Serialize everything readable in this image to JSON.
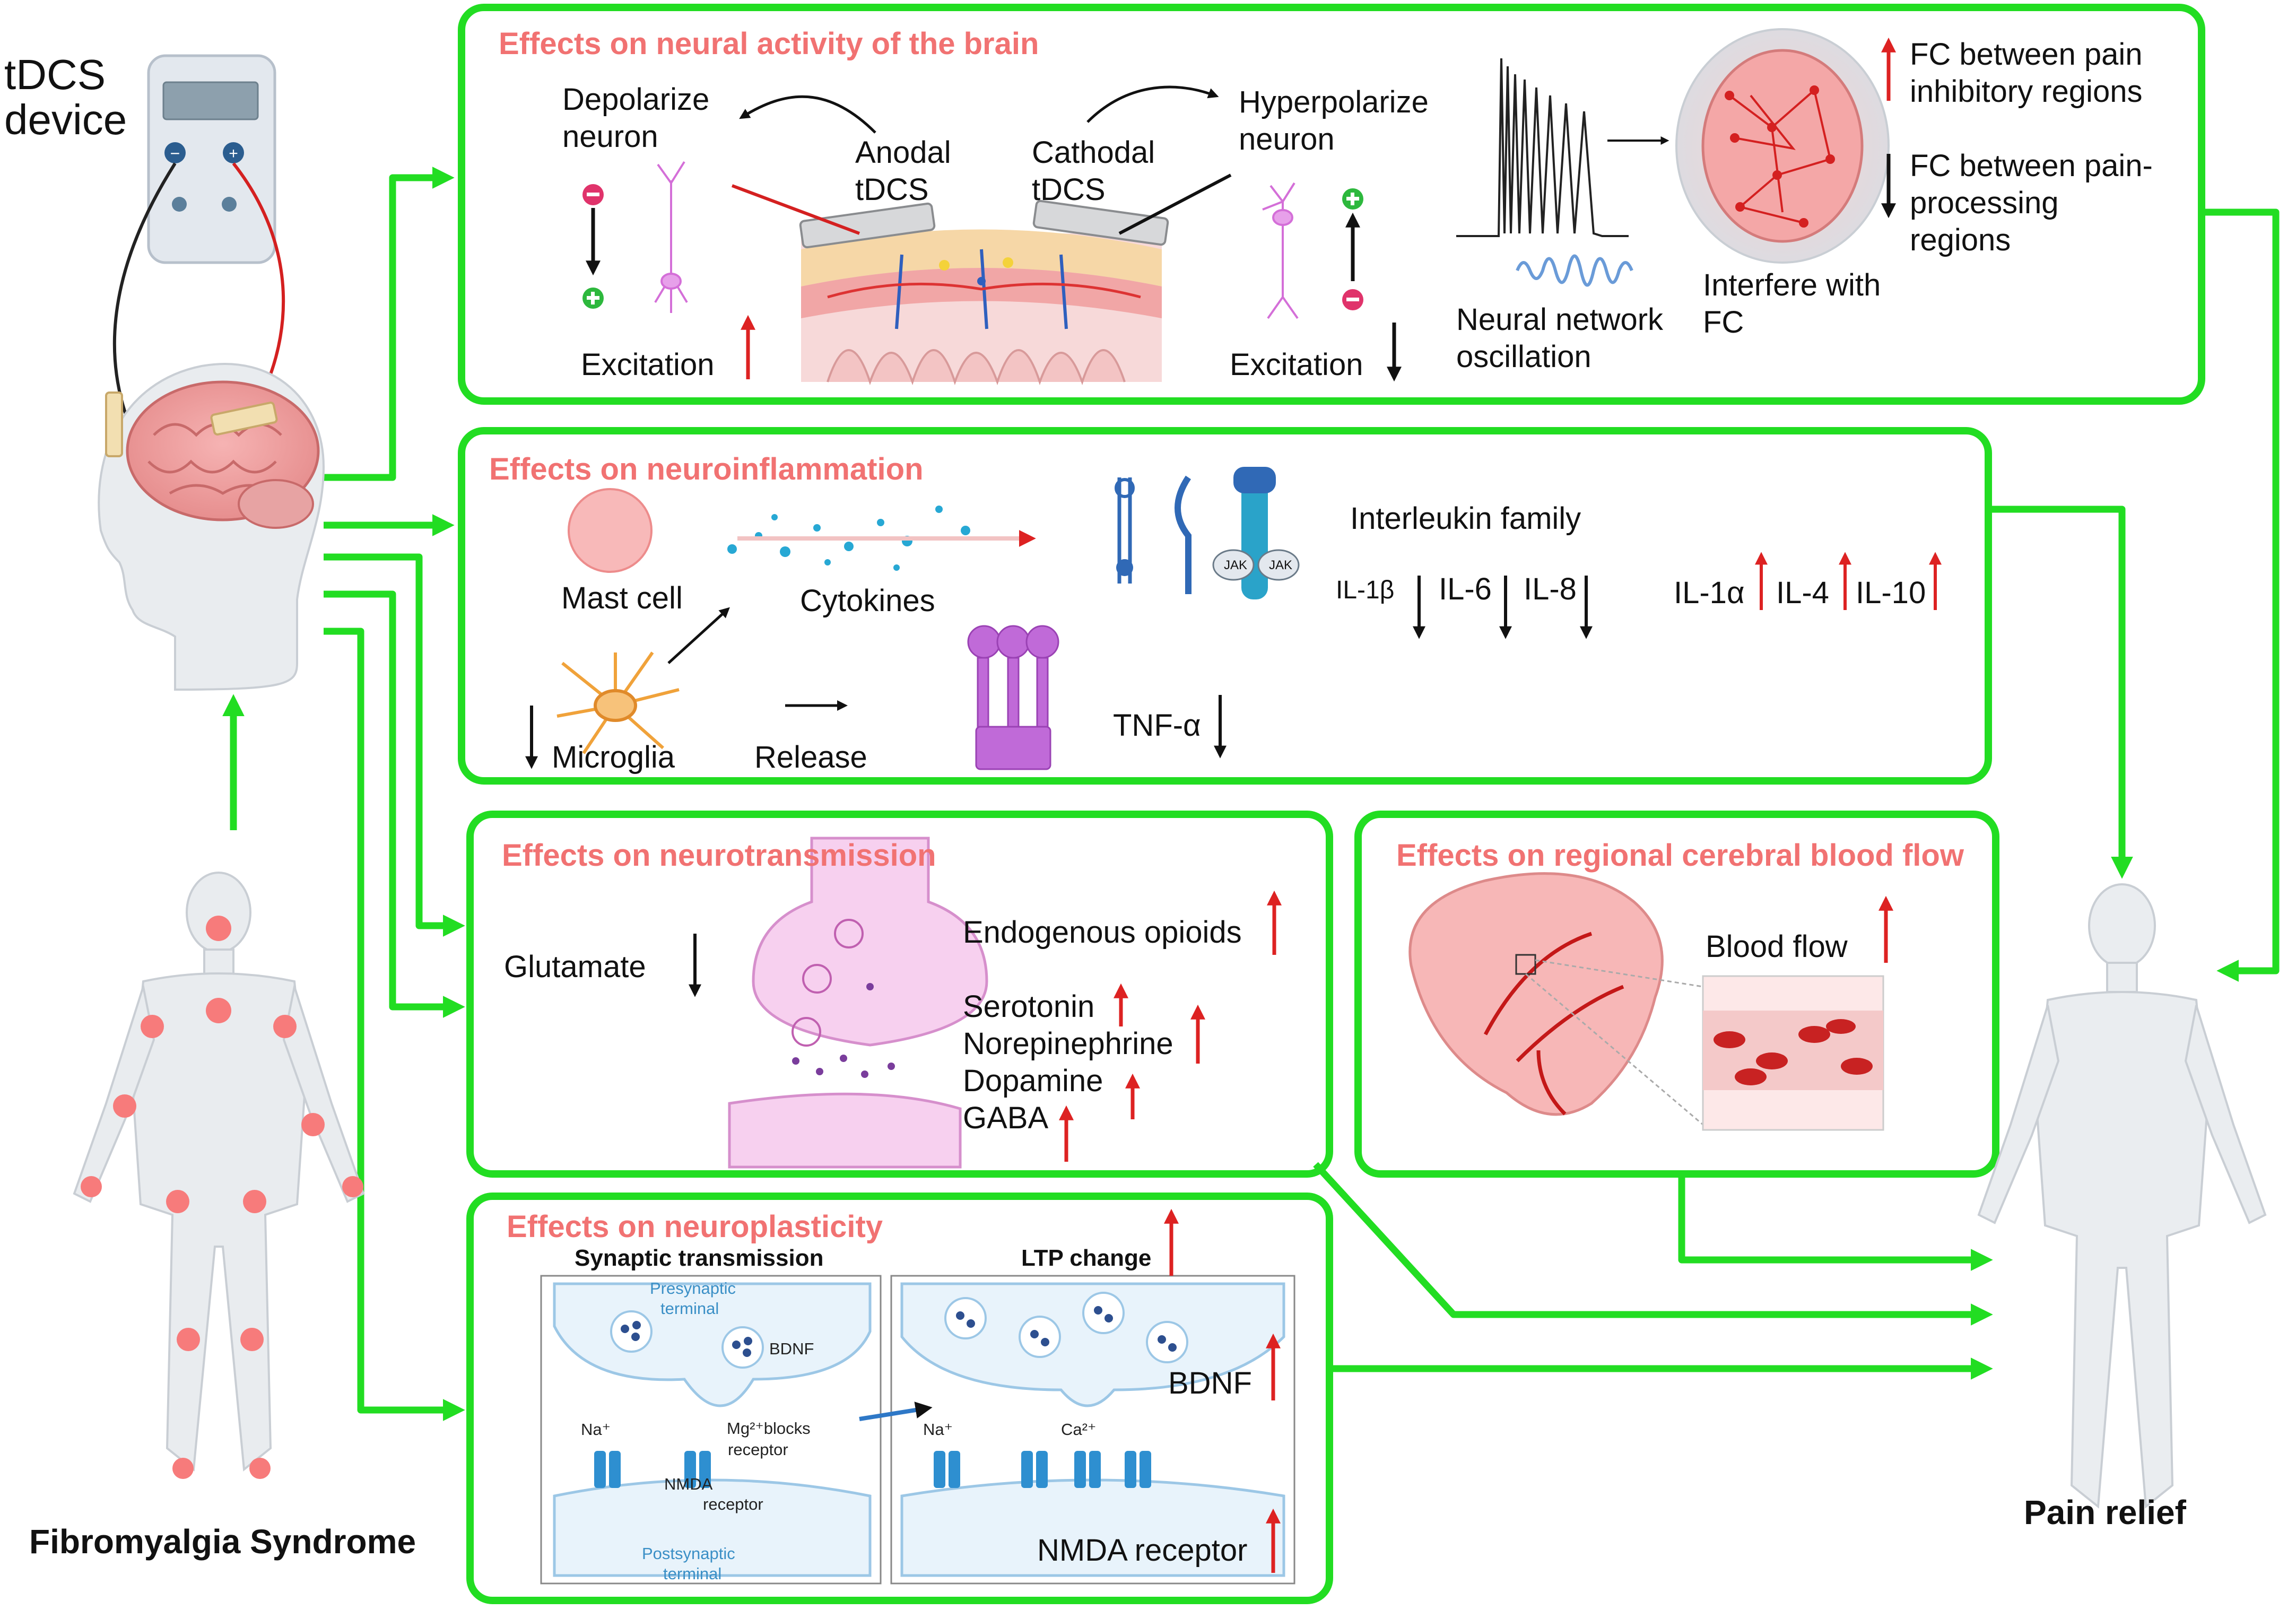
{
  "colors": {
    "accent_green": "#22dd22",
    "header_pink": "#f17272",
    "arrow_red": "#dd2222",
    "arrow_black": "#111111",
    "synapse_blue": "#3a8fc6"
  },
  "left": {
    "device_label": [
      "tDCS",
      "device"
    ],
    "patient_label": "Fibromyalgia Syndrome"
  },
  "outcome": {
    "label": "Pain relief"
  },
  "neural": {
    "title": "Effects on neural activity of the brain",
    "depolarize": [
      "Depolarize",
      "neuron"
    ],
    "hyperpolarize": [
      "Hyperpolarize",
      "neuron"
    ],
    "anodal": [
      "Anodal",
      "tDCS"
    ],
    "cathodal": [
      "Cathodal",
      "tDCS"
    ],
    "excitation": "Excitation",
    "oscillation": [
      "Neural network",
      "oscillation"
    ],
    "fc_up": [
      "FC between pain",
      "inhibitory regions"
    ],
    "fc_down": [
      "FC between pain-",
      "processing",
      "regions"
    ],
    "interfere": [
      "Interfere with",
      "FC"
    ]
  },
  "inflammation": {
    "title": "Effects on neuroinflammation",
    "mast_cell": "Mast cell",
    "cytokines": "Cytokines",
    "microglia": "Microglia",
    "release": "Release",
    "interleukin": "Interleukin family",
    "decreased": [
      "IL-1β",
      "IL-6",
      "IL-8"
    ],
    "increased": [
      "IL-1α",
      "IL-4",
      "IL-10"
    ],
    "tnf": "TNF-α",
    "jak": "JAK"
  },
  "transmission": {
    "title": "Effects on neurotransmission",
    "glutamate": "Glutamate",
    "items": [
      "Endogenous opioids",
      "Serotonin",
      "Norepinephrine",
      "Dopamine",
      "GABA"
    ]
  },
  "blood": {
    "title": "Effects on regional cerebral blood flow",
    "label": "Blood flow"
  },
  "plasticity": {
    "title": "Effects on neuroplasticity",
    "synaptic": "Synaptic transmission",
    "ltp": "LTP change",
    "presynaptic": [
      "Presynaptic",
      "terminal"
    ],
    "postsynaptic": [
      "Postsynaptic",
      "terminal"
    ],
    "bdnf": "BDNF",
    "na": "Na⁺",
    "ca": "Ca²⁺",
    "mg_block": [
      "Mg²⁺blocks",
      "receptor"
    ],
    "nmda_small": [
      "NMDA",
      "receptor"
    ],
    "bdnf_big": "BDNF",
    "nmda_big": "NMDA receptor"
  }
}
